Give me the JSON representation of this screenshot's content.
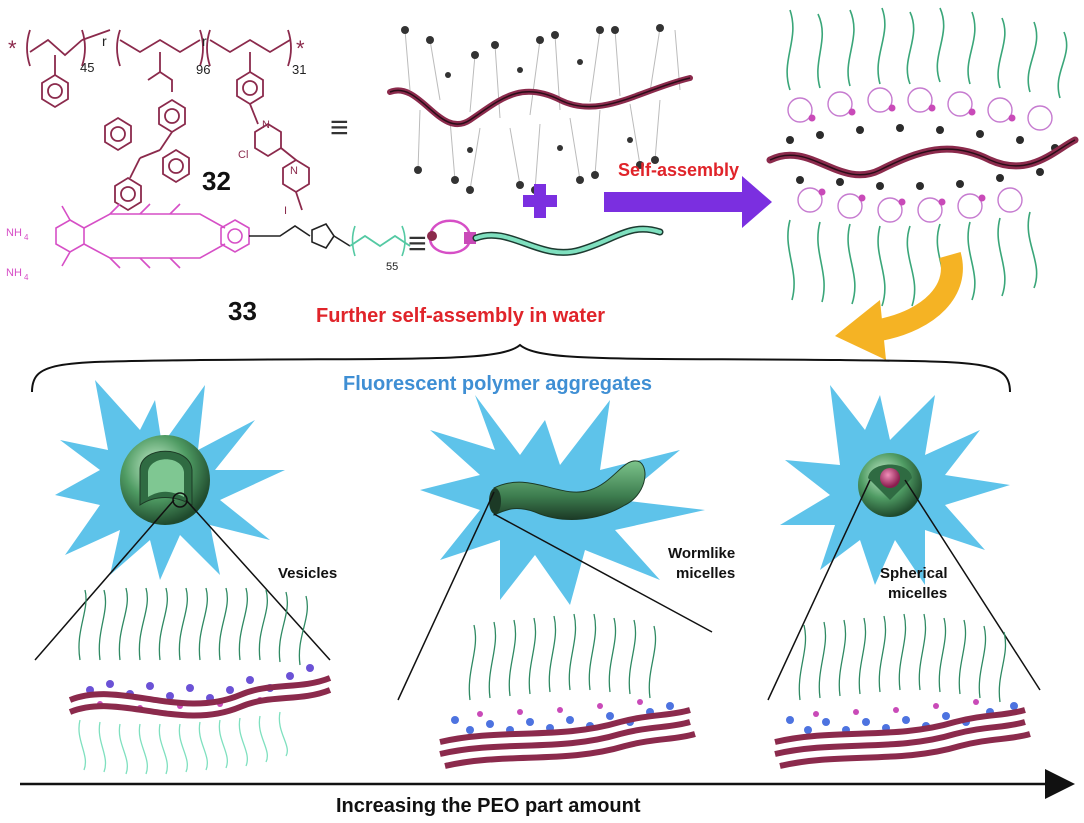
{
  "labels": {
    "polymer_32": "32",
    "polymer_33": "33",
    "sub_45": "45",
    "sub_96": "96",
    "sub_31": "31",
    "sub_55": "55",
    "r1": "r",
    "r2": "r",
    "star_left": "*",
    "star_right": "*",
    "cl_ion": "Cl",
    "i_ion": "I",
    "n_plus_1": "N",
    "n_plus_2": "N",
    "nh4_1": "NH",
    "nh4_2": "NH",
    "sub_4": "4",
    "equiv_1": "≡",
    "equiv_2": "≡"
  },
  "headings": {
    "self_assembly": "Self-assembly",
    "further_self_assembly": "Further self-assembly in water",
    "fluorescent_aggregates": "Fluorescent polymer aggregates",
    "increasing_peo": "Increasing the PEO part amount"
  },
  "aggregates": {
    "vesicles": "Vesicles",
    "wormlike_1": "Wormlike",
    "wormlike_2": "micelles",
    "spherical_1": "Spherical",
    "spherical_2": "micelles"
  },
  "colors": {
    "maroon": "#8b2a4c",
    "magenta": "#d64fc6",
    "teal": "#54c9a3",
    "red_text": "#e0242a",
    "blue_text": "#3f8fd4",
    "purple_arrow": "#7b2fe0",
    "orange_arrow": "#f5b324",
    "starburst": "#5ec3ea",
    "green_body": "#3f8a5a"
  }
}
